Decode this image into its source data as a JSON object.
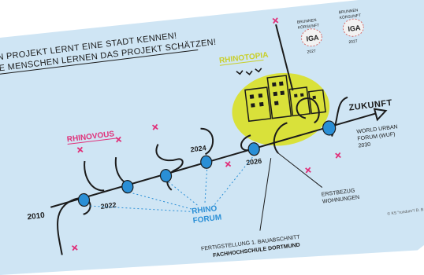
{
  "header": {
    "line1": "EIN PROJEKT LERNT EINE STADT KENNEN!",
    "line2": "DIE MENSCHEN LERNEN DAS PROJEKT SCHÄTZEN!"
  },
  "labels": {
    "rhinovous": "RHINOVOUS",
    "rhinotopia": "RHINOTOPIA",
    "zukunft": "ZUKUNFT",
    "rhino_forum_1": "RHINO",
    "rhino_forum_2": "FORUM",
    "wuf_1": "WORLD URBAN",
    "wuf_2": "FORUM (WUF)",
    "wuf_3": "2030",
    "erstbezug_1": "ERSTBEZUG",
    "erstbezug_2": "WOHNUNGEN",
    "fertig_1": "FERTIGSTELLUNG 1. BAUABSCHNITT",
    "fertig_2": "FACHHOCHSCHULE DORTMUND",
    "credit": "© KS \"rundum\"/ D. B."
  },
  "years": {
    "y2010": "2010",
    "y2022": "2022",
    "y2024": "2024",
    "y2026": "2026"
  },
  "badges": [
    {
      "top": "BRUNNEN",
      "mid": "KÖRSUNFT",
      "main": "IGA",
      "bottom": "2027"
    },
    {
      "top": "BRUNNEN",
      "mid": "KÖRSUNFT",
      "main": "IGA",
      "bottom": "2027"
    }
  ],
  "colors": {
    "paper": "#cfe5f4",
    "pink": "#e0317a",
    "blue": "#2a8fd6",
    "yellow": "#d9e13a",
    "ink": "#1b1b1b"
  }
}
